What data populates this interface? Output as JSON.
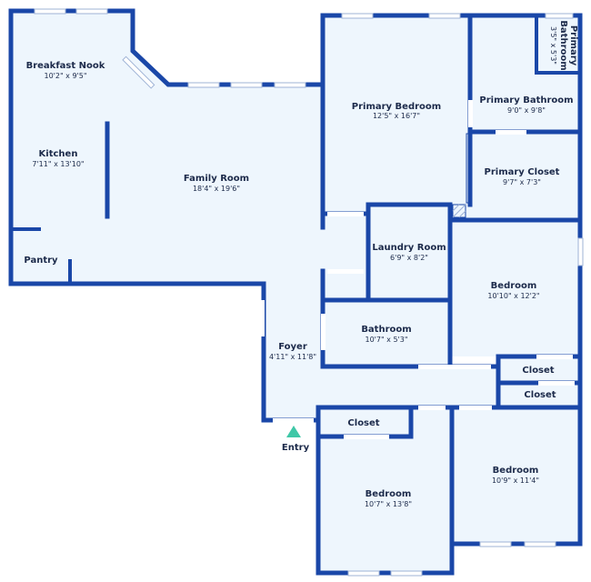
{
  "floorplan": {
    "accent_color": "#1a47a8",
    "floor_color": "#eef6fd",
    "entry_marker_color": "#3fc7a7",
    "rooms": [
      {
        "key": "breakfast_nook",
        "name": "Breakfast Nook",
        "dims": "10'2\" x 9'5\""
      },
      {
        "key": "kitchen",
        "name": "Kitchen",
        "dims": "7'11\" x 13'10\""
      },
      {
        "key": "family_room",
        "name": "Family Room",
        "dims": "18'4\" x 19'6\""
      },
      {
        "key": "pantry",
        "name": "Pantry",
        "dims": ""
      },
      {
        "key": "primary_bedroom",
        "name": "Primary Bedroom",
        "dims": "12'5\" x 16'7\""
      },
      {
        "key": "primary_bathroom",
        "name": "Primary Bathroom",
        "dims": "9'0\" x 9'8\""
      },
      {
        "key": "primary_bathroom_small",
        "name_line1": "Primary",
        "name_line2": "Bathroom",
        "dims": "3'5\" x 5'3\""
      },
      {
        "key": "primary_closet",
        "name": "Primary Closet",
        "dims": "9'7\" x 7'3\""
      },
      {
        "key": "laundry_room",
        "name": "Laundry Room",
        "dims": "6'9\" x 8'2\""
      },
      {
        "key": "bedroom_east",
        "name": "Bedroom",
        "dims": "10'10\" x 12'2\""
      },
      {
        "key": "bathroom",
        "name": "Bathroom",
        "dims": "10'7\" x 5'3\""
      },
      {
        "key": "foyer",
        "name": "Foyer",
        "dims": "4'11\" x 11'8\""
      },
      {
        "key": "closet_1",
        "name": "Closet",
        "dims": ""
      },
      {
        "key": "closet_2",
        "name": "Closet",
        "dims": ""
      },
      {
        "key": "closet_3",
        "name": "Closet",
        "dims": ""
      },
      {
        "key": "bedroom_south",
        "name": "Bedroom",
        "dims": "10'7\" x 13'8\""
      },
      {
        "key": "bedroom_southeast",
        "name": "Bedroom",
        "dims": "10'9\" x 11'4\""
      }
    ],
    "entry_label": "Entry"
  }
}
